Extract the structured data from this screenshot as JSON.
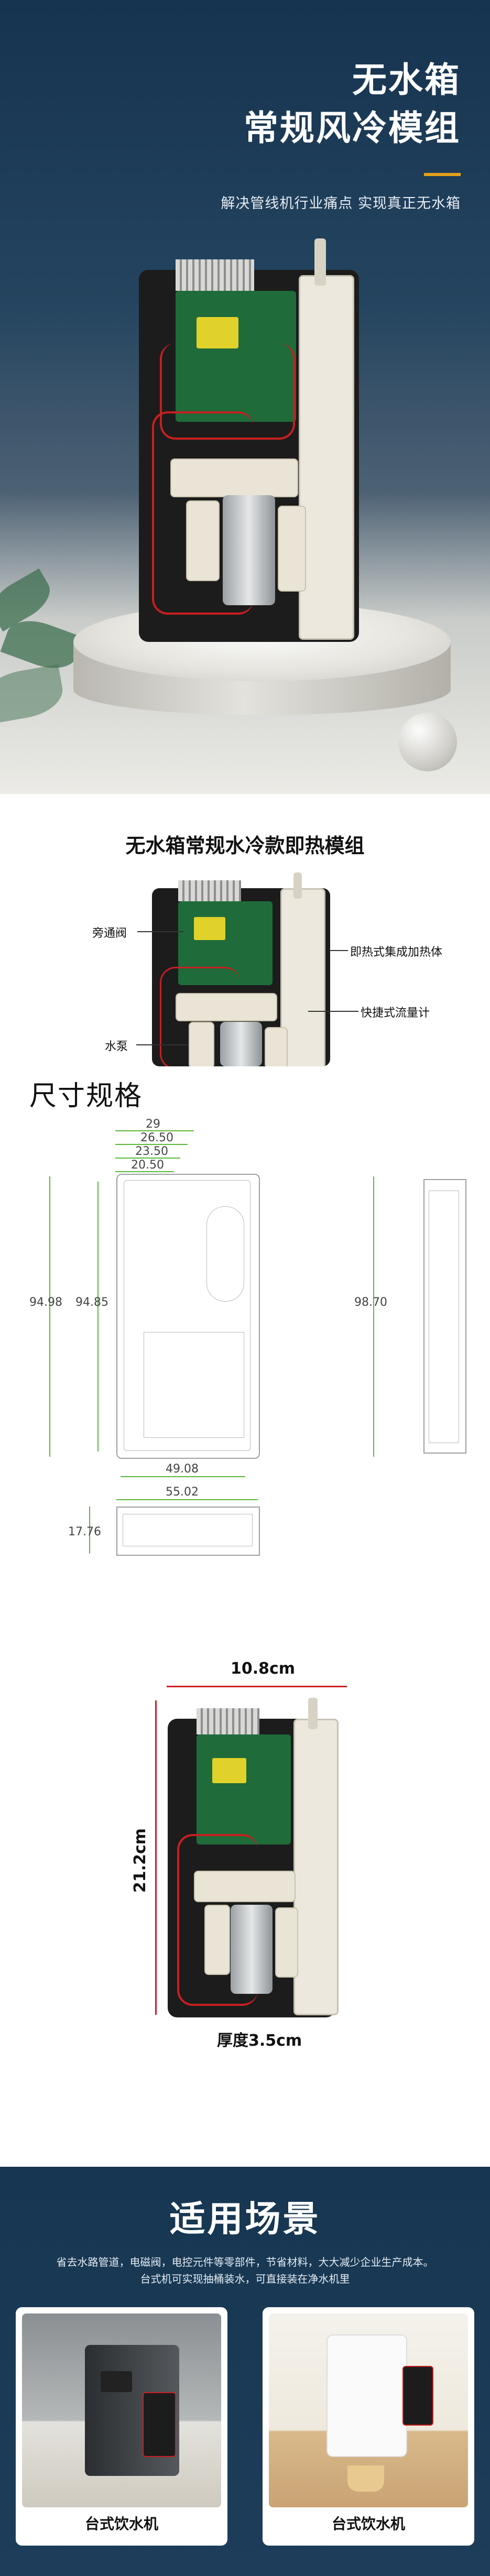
{
  "hero": {
    "title_line1": "无水箱",
    "title_line2": "常规风冷模组",
    "subtitle": "解决管线机行业痛点 实现真正无水箱",
    "accent_color": "#e5a11a"
  },
  "features": {
    "title": "无水箱常规水冷款即热模组",
    "callouts": {
      "bypass_valve": "旁通阀",
      "pump": "水泵",
      "heater": "即热式集成加热体",
      "flowmeter": "快捷式流量计"
    }
  },
  "dimensions": {
    "title": "尺寸规格",
    "top_widths": [
      "29",
      "26.50",
      "23.50",
      "20.50"
    ],
    "left_heights": [
      "94.98",
      "94.85"
    ],
    "side_height": "98.70",
    "bottom_widths": [
      "49.08",
      "55.02"
    ],
    "small_height": "17.76",
    "dimension_line_color": "#5bb83a"
  },
  "size": {
    "width": "10.8cm",
    "height": "21.2cm",
    "thickness": "厚度3.5cm",
    "arrow_color": "#d11e1e"
  },
  "applications": {
    "title": "适用场景",
    "description_line1": "省去水路管道，电磁阀，电控元件等零部件，节省材料，大大减少企业生产成本。",
    "description_line2": "台式机可实现抽桶装水，可直接装在净水机里",
    "cards": [
      {
        "label": "台式饮水机"
      },
      {
        "label": "台式饮水机"
      }
    ]
  }
}
